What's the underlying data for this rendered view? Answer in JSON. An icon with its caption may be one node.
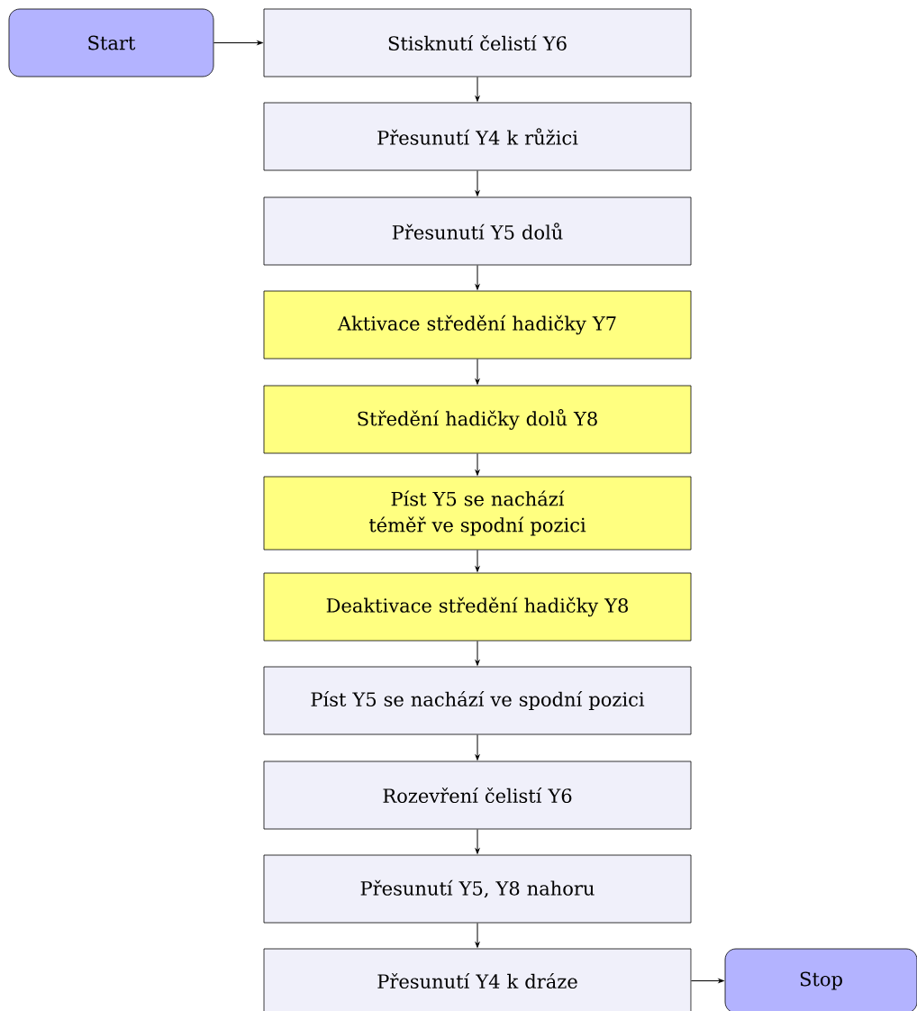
{
  "diagram": {
    "nodes": [
      {
        "text": [
          "Start"
        ]
      },
      {
        "text": [
          "Stisknutí čelistí Y6"
        ]
      },
      {
        "text": [
          "Přesunutí Y4 k růžici"
        ]
      },
      {
        "text": [
          "Přesunutí Y5 dolů"
        ]
      },
      {
        "text": [
          "Aktivace středění hadičky Y7"
        ]
      },
      {
        "text": [
          "Středění hadičky dolů Y8"
        ]
      },
      {
        "text": [
          "Píst Y5 se nachází téměř ve spodní pozici"
        ]
      },
      {
        "text": [
          "Deaktivace středění hadičky Y8"
        ]
      },
      {
        "text": [
          "Píst Y5 se nachází ve spodní pozici"
        ]
      },
      {
        "text": [
          "Rozevření čelistí Y6"
        ]
      },
      {
        "text": [
          "Přesunutí Y5, Y8 nahoru"
        ]
      },
      {
        "text": [
          "Přesunutí Y4 k dráze"
        ]
      },
      {
        "text": [
          "Stop"
        ]
      }
    ],
    "edges": [
      {
        "from": 0,
        "to": 1,
        "arrow": "to"
      },
      {
        "from": 1,
        "to": 2,
        "arrow": "to"
      },
      {
        "from": 2,
        "to": 3,
        "arrow": "to"
      },
      {
        "from": 3,
        "to": 4,
        "arrow": "to"
      },
      {
        "from": 4,
        "to": 5,
        "arrow": "to"
      },
      {
        "from": 5,
        "to": 6,
        "arrow": "to"
      },
      {
        "from": 6,
        "to": 7,
        "arrow": "to"
      },
      {
        "from": 7,
        "to": 8,
        "arrow": "to"
      },
      {
        "from": 8,
        "to": 9,
        "arrow": "to"
      },
      {
        "from": 9,
        "to": 10,
        "arrow": "to"
      },
      {
        "from": 10,
        "to": 11,
        "arrow": "to"
      },
      {
        "from": 11,
        "to": 12,
        "arrow": "to"
      }
    ]
  }
}
